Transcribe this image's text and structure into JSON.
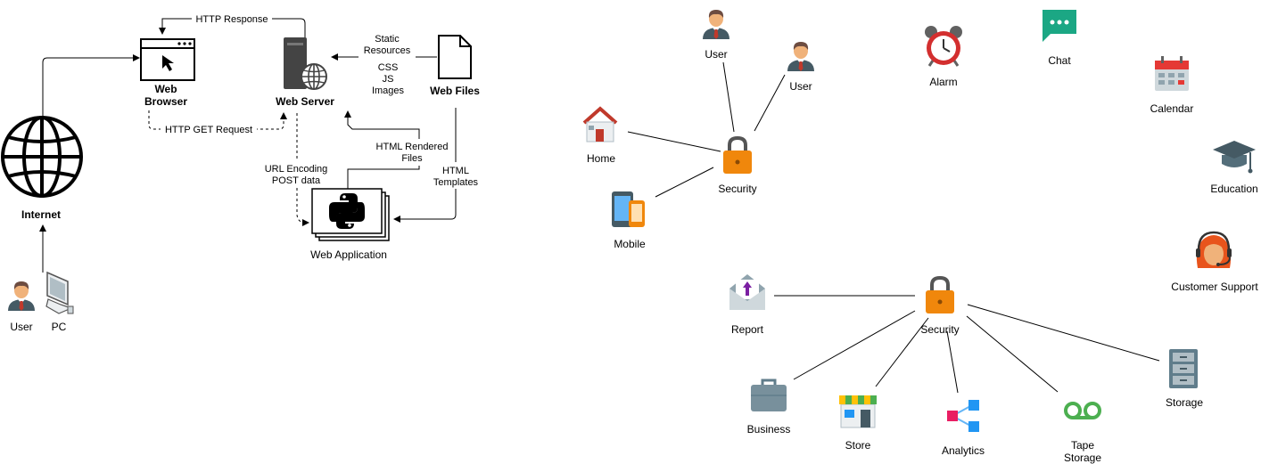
{
  "left_diagram": {
    "internet": "Internet",
    "user": "User",
    "pc": "PC",
    "web_browser": [
      "Web",
      "Browser"
    ],
    "web_server": "Web Server",
    "web_files": "Web Files",
    "web_application": "Web Application",
    "http_response": "HTTP Response",
    "http_get_request": "HTTP GET Request",
    "static_resources": [
      "Static",
      "Resources"
    ],
    "resource_types": [
      "CSS",
      "JS",
      "Images"
    ],
    "html_rendered_files": [
      "HTML Rendered",
      "Files"
    ],
    "html_templates": [
      "HTML",
      "Templates"
    ],
    "url_encoding": [
      "URL Encoding",
      "POST data"
    ]
  },
  "right_diagram": {
    "user_1": "User",
    "user_2": "User",
    "home": "Home",
    "mobile": "Mobile",
    "security_top": "Security",
    "security_bottom": "Security",
    "report": "Report",
    "business": "Business",
    "store": "Store",
    "analytics": "Analytics",
    "tape_storage": [
      "Tape",
      "Storage"
    ],
    "storage": "Storage",
    "alarm": "Alarm",
    "chat": "Chat",
    "calendar": "Calendar",
    "education": "Education",
    "customer_support": "Customer Support"
  },
  "colors": {
    "lock": "#F0870C",
    "home_roof": "#C0392B",
    "chat": "#1BA784",
    "alarm": "#D32F2F",
    "analytics_pink": "#E91E63",
    "analytics_blue": "#2196F3",
    "tape": "#4CAF50",
    "gray_icon": "#78909C",
    "report_arrow": "#7B1FA2",
    "user_suit": "#455A64",
    "user_skin": "#F0B27A",
    "user_tie": "#C0392B",
    "support_hair": "#E8541C"
  }
}
